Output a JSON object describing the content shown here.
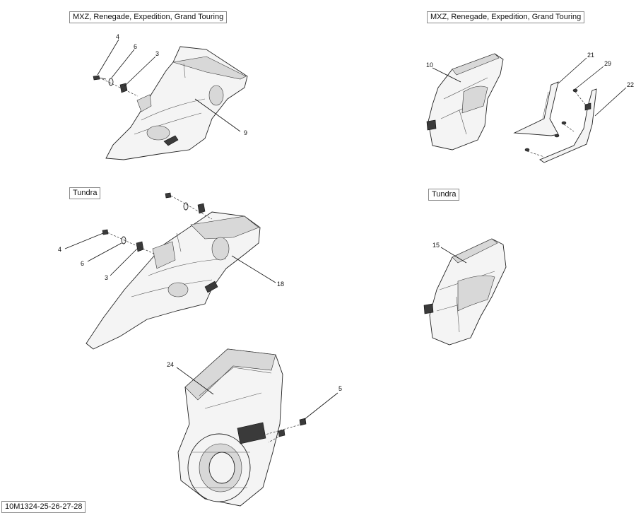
{
  "section_labels": {
    "top_left": "MXZ, Renegade, Expedition, Grand Touring",
    "top_right": "MXZ, Renegade, Expedition, Grand Touring",
    "mid_left": "Tundra",
    "mid_right": "Tundra"
  },
  "callouts": {
    "c4a": "4",
    "c6a": "6",
    "c3a": "3",
    "c9": "9",
    "c10": "10",
    "c21": "21",
    "c29": "29",
    "c22": "22",
    "c4b": "4",
    "c6b": "6",
    "c3b": "3",
    "c18": "18",
    "c15": "15",
    "c24": "24",
    "c5": "5"
  },
  "figure_id": "10M1324-25-26-27-28"
}
